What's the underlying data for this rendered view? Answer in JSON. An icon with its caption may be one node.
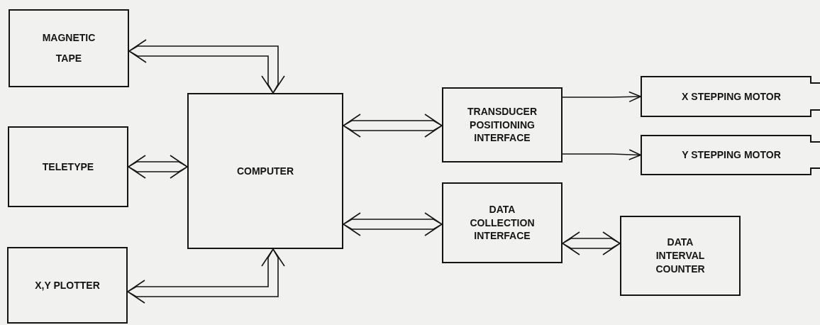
{
  "diagram": {
    "nodes": [
      {
        "text": [
          "MAGNETIC TAPE"
        ]
      },
      {
        "text": [
          "TELETYPE"
        ]
      },
      {
        "text": [
          "X,Y PLOTTER"
        ]
      },
      {
        "text": [
          "COMPUTER"
        ]
      },
      {
        "text": [
          "TRANSDUCER POSITIONING INTERFACE"
        ]
      },
      {
        "text": [
          "X STEPPING MOTOR"
        ]
      },
      {
        "text": [
          "Y STEPPING MOTOR"
        ]
      },
      {
        "text": [
          "DATA COLLECTION INTERFACE"
        ]
      },
      {
        "text": [
          "DATA INTERVAL COUNTER"
        ]
      }
    ],
    "edges": [
      {
        "from": 0,
        "to": 3,
        "arrow": "both"
      },
      {
        "from": 1,
        "to": 3,
        "arrow": "both"
      },
      {
        "from": 2,
        "to": 3,
        "arrow": "both"
      },
      {
        "from": 3,
        "to": 4,
        "arrow": "both"
      },
      {
        "from": 3,
        "to": 7,
        "arrow": "both"
      },
      {
        "from": 4,
        "to": 5,
        "arrow": "to"
      },
      {
        "from": 4,
        "to": 6,
        "arrow": "to"
      },
      {
        "from": 7,
        "to": 8,
        "arrow": "both"
      }
    ]
  }
}
